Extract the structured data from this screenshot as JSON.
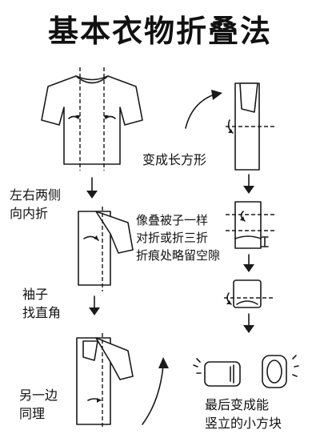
{
  "title": "基本衣物折叠法",
  "steps": {
    "left_1": [
      "左右两侧",
      "向内折"
    ],
    "left_2": [
      "袖子",
      "找直角"
    ],
    "left_3": [
      "另一边",
      "同理"
    ],
    "right_1": [
      "变成长方形"
    ],
    "right_2": [
      "像叠被子一样",
      "对折或折三折",
      "折痕处略留空隙"
    ],
    "right_3": [
      "最后变成能",
      "竖立的小方块"
    ]
  },
  "colors": {
    "ink": "#1a1a1a",
    "background": "#ffffff"
  }
}
